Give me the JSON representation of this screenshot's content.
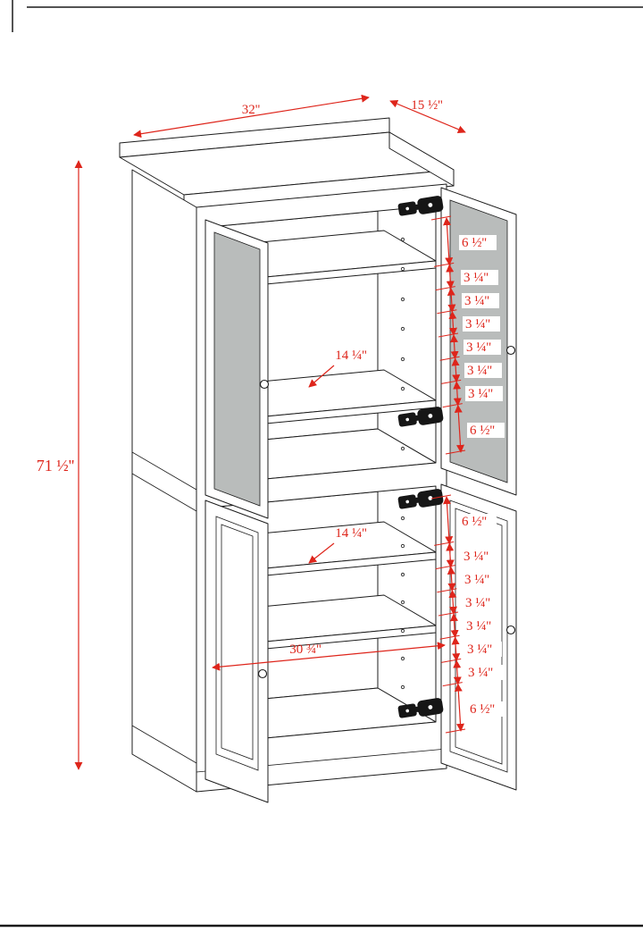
{
  "colors": {
    "line": "#1c1c1c",
    "dimension_red": "#de251b",
    "glass_gray": "#b9bcbb",
    "background": "#ffffff"
  },
  "dimensions": {
    "overall_width": "32''",
    "overall_depth": "15 ½''",
    "overall_height": "71 ½''",
    "upper_shelf_depth": "14 ¼''",
    "lower_shelf_depth": "14 ¼''",
    "interior_width": "30 ¾''"
  },
  "shelf_pin_spacing": {
    "upper": [
      "6 ½''",
      "3 ¼''",
      "3 ¼''",
      "3 ¼''",
      "3 ¼''",
      "3 ¼''",
      "3 ¼''",
      "6 ½''"
    ],
    "lower": [
      "6 ½''",
      "3 ¼''",
      "3 ¼''",
      "3 ¼''",
      "3 ¼''",
      "3 ¼''",
      "3 ¼''",
      "6 ½''"
    ]
  }
}
